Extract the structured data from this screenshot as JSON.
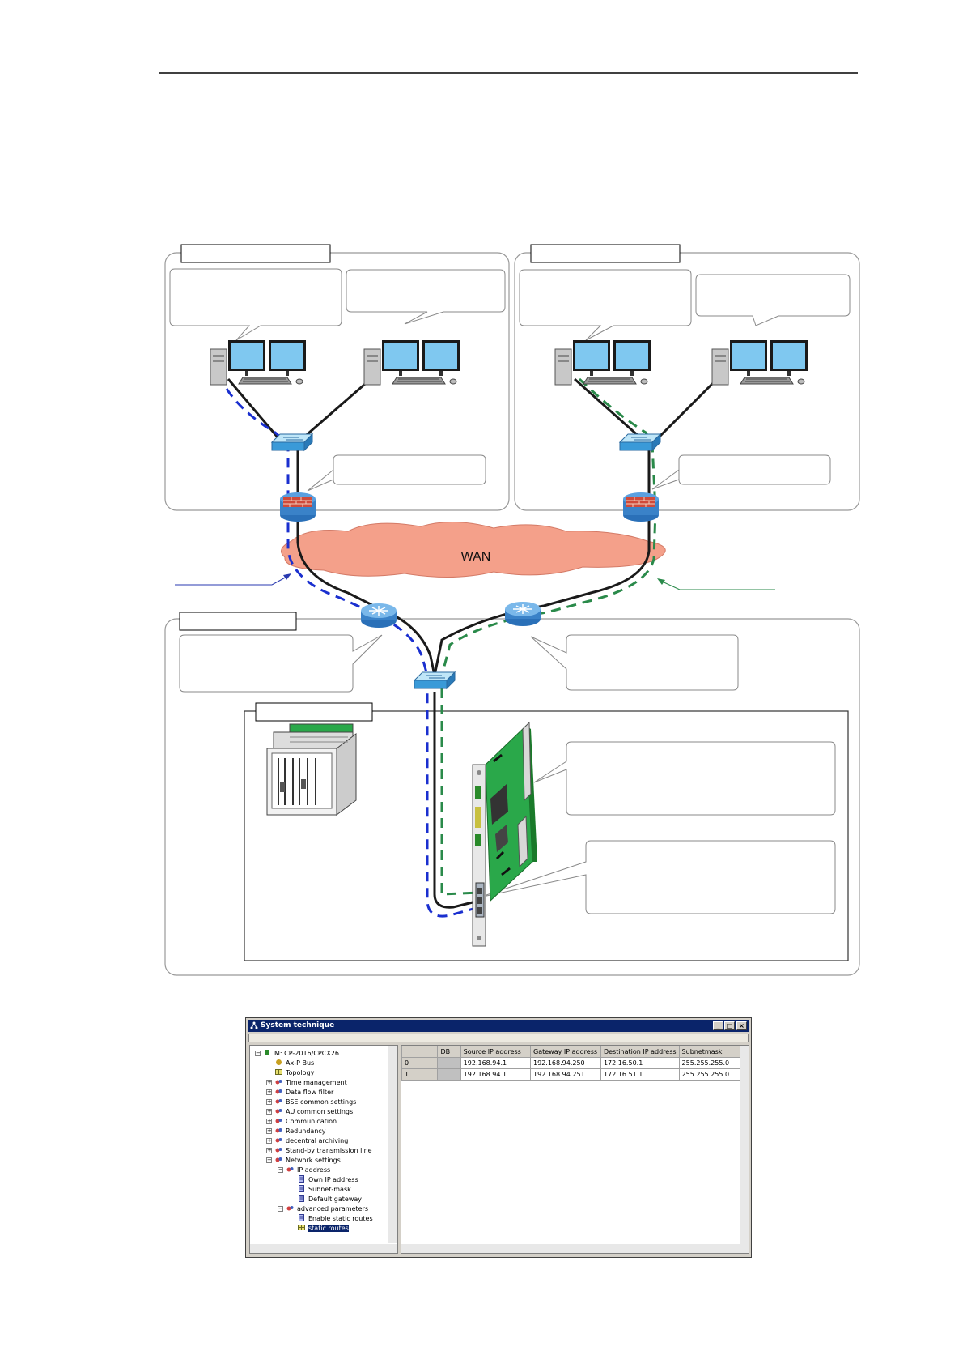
{
  "diagram": {
    "wan_label": "WAN"
  },
  "window": {
    "title": "System technique",
    "tree_items": [
      {
        "label": "M: CP-2016/CPCX26",
        "level": 0,
        "expander": "minus",
        "icon": "chip-icon"
      },
      {
        "label": "Ax-P Bus",
        "level": 1,
        "expander": "none",
        "icon": "bus-icon"
      },
      {
        "label": "Topology",
        "level": 1,
        "expander": "none",
        "icon": "grid-icon"
      },
      {
        "label": "Time management",
        "level": 1,
        "expander": "plus",
        "icon": "tools-icon"
      },
      {
        "label": "Data flow filter",
        "level": 1,
        "expander": "plus",
        "icon": "tools-icon"
      },
      {
        "label": "BSE common settings",
        "level": 1,
        "expander": "plus",
        "icon": "tools-icon"
      },
      {
        "label": "AU common settings",
        "level": 1,
        "expander": "plus",
        "icon": "tools-icon"
      },
      {
        "label": "Communication",
        "level": 1,
        "expander": "plus",
        "icon": "tools-icon"
      },
      {
        "label": "Redundancy",
        "level": 1,
        "expander": "plus",
        "icon": "tools-icon"
      },
      {
        "label": "decentral archiving",
        "level": 1,
        "expander": "plus",
        "icon": "tools-icon"
      },
      {
        "label": "Stand-by transmission line",
        "level": 1,
        "expander": "plus",
        "icon": "tools-icon"
      },
      {
        "label": "Network settings",
        "level": 1,
        "expander": "minus",
        "icon": "tools-icon"
      },
      {
        "label": "IP address",
        "level": 2,
        "expander": "minus",
        "icon": "tools-icon"
      },
      {
        "label": "Own IP address",
        "level": 3,
        "expander": "none",
        "icon": "list-icon"
      },
      {
        "label": "Subnet-mask",
        "level": 3,
        "expander": "none",
        "icon": "list-icon"
      },
      {
        "label": "Default gateway",
        "level": 3,
        "expander": "none",
        "icon": "list-icon"
      },
      {
        "label": "advanced parameters",
        "level": 2,
        "expander": "minus",
        "icon": "tools-icon"
      },
      {
        "label": "Enable static routes",
        "level": 3,
        "expander": "none",
        "icon": "list-icon"
      },
      {
        "label": "static routes",
        "level": 3,
        "expander": "none",
        "icon": "grid-icon",
        "selected": true
      }
    ],
    "table": {
      "columns": [
        "",
        "DB",
        "Source IP address",
        "Gateway IP address",
        "Destination IP address",
        "Subnetmask"
      ],
      "rows": [
        [
          "0",
          "",
          "192.168.94.1",
          "192.168.94.250",
          "172.16.50.1",
          "255.255.255.0"
        ],
        [
          "1",
          "",
          "192.168.94.1",
          "192.168.94.251",
          "172.16.51.1",
          "255.255.255.0"
        ]
      ]
    }
  },
  "colors": {
    "wan_cloud": "#f4a08a",
    "blue_path": "#1a2fcf",
    "green_path": "#2a8a4a",
    "board_green": "#2aa84a",
    "monitor": "#7fc8f0",
    "titlebar": "#0a246a"
  }
}
